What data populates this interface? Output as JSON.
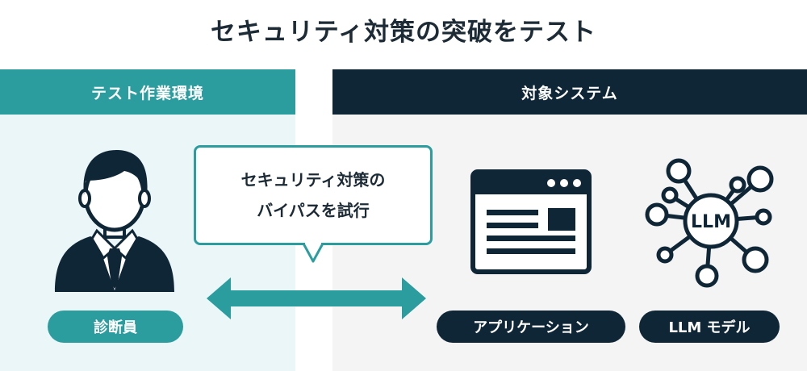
{
  "title": "セキュリティ対策の突破をテスト",
  "left_panel": {
    "header": "テスト作業環境",
    "actor_icon": "person-suit-icon",
    "actor_label": "診断員"
  },
  "right_panel": {
    "header": "対象システム",
    "app_icon": "browser-window-icon",
    "app_label": "アプリケーション",
    "llm_icon": "network-hub-icon",
    "llm_icon_text": "LLM",
    "llm_label": "LLM モデル"
  },
  "bubble": {
    "line1": "セキュリティ対策の",
    "line2": "バイパスを試行"
  },
  "arrow_icon": "double-arrow-icon",
  "colors": {
    "teal": "#2b9d9f",
    "navy": "#0f2637",
    "left_bg": "#eaf6f7",
    "right_bg": "#f4f4f4",
    "text": "#1c2b35"
  }
}
